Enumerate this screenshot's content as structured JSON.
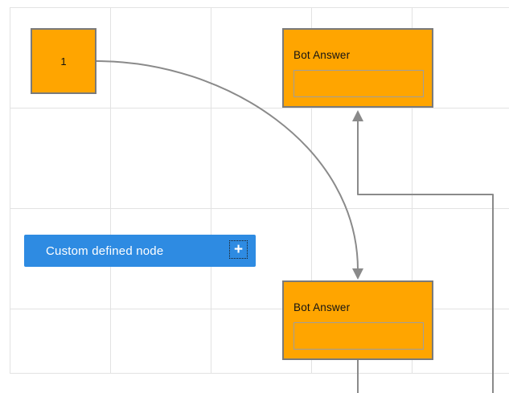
{
  "canvas": {
    "background_color": "#ffffff",
    "grid_color": "#e2e2e2"
  },
  "colors": {
    "node_fill": "#FFA500",
    "node_border": "#7a7a7a",
    "connector": "#8a8a8a",
    "custom_node_fill": "#2E8BE2",
    "custom_node_text": "#ffffff"
  },
  "nodes": {
    "start_node": {
      "label": "1"
    },
    "bot_answer_top": {
      "title": "Bot Answer",
      "input_value": ""
    },
    "bot_answer_bottom": {
      "title": "Bot Answer",
      "input_value": ""
    },
    "custom_node": {
      "label": "Custom defined node",
      "icon": "plus-icon",
      "plus_glyph": "+"
    }
  },
  "connections": [
    {
      "from": "start_node",
      "to": "bot_answer_bottom",
      "type": "curve",
      "arrow": "into top of bot_answer_bottom"
    },
    {
      "from": "bot_answer_bottom",
      "to": "bot_answer_top",
      "type": "orthogonal",
      "arrow": "into bottom of bot_answer_top",
      "route": "exits bottom of source, loops below and right of viewport, returns up at right side"
    }
  ]
}
